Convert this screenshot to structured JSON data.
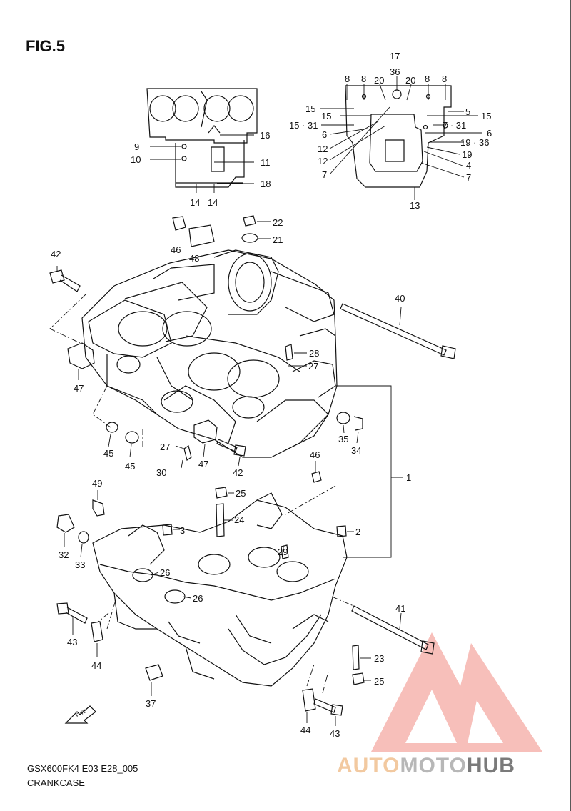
{
  "figure": {
    "title": "FIG.5",
    "model_code": "GSX600FK4 E03 E28_005",
    "caption": "CRANKCASE"
  },
  "watermark": {
    "part_a": "AUTO",
    "part_b": "MOTO",
    "part_c": "HUB",
    "color_triangle": "#f28b82",
    "color_auto": "#f2c9a0",
    "color_moto": "#b7b7b7",
    "color_hub": "#7a7a7a"
  },
  "fwd_marker": "FWD",
  "callouts": {
    "c_17": "17",
    "c_36_top": "36",
    "c_8_a": "8",
    "c_8_b": "8",
    "c_20_a": "20",
    "c_20_b": "20",
    "c_8_c": "8",
    "c_8_d": "8",
    "c_15_a": "15",
    "c_15_b": "15",
    "c_15_31": "15 · 31",
    "c_6_a": "6",
    "c_12_a": "12",
    "c_12_b": "12",
    "c_7_a": "7",
    "c_5": "5",
    "c_15_c": "15",
    "c_7_31": "7 · 31",
    "c_6_b": "6",
    "c_19_36": "19 · 36",
    "c_19": "19",
    "c_4": "4",
    "c_7_b": "7",
    "c_13": "13",
    "c_9": "9",
    "c_10": "10",
    "c_16": "16",
    "c_11": "11",
    "c_18": "18",
    "c_14_a": "14",
    "c_14_b": "14",
    "c_22": "22",
    "c_21": "21",
    "c_46_a": "46",
    "c_48": "48",
    "c_42_a": "42",
    "c_40": "40",
    "c_28": "28",
    "c_27_a": "27",
    "c_47_a": "47",
    "c_45_a": "45",
    "c_45_b": "45",
    "c_27_b": "27",
    "c_47_b": "47",
    "c_30": "30",
    "c_42_b": "42",
    "c_35": "35",
    "c_34": "34",
    "c_46_b": "46",
    "c_1": "1",
    "c_49": "49",
    "c_25_a": "25",
    "c_24": "24",
    "c_3": "3",
    "c_2": "2",
    "c_32": "32",
    "c_33": "33",
    "c_26_a": "26",
    "c_26_b": "26",
    "c_29": "29",
    "c_41": "41",
    "c_43_a": "43",
    "c_44_a": "44",
    "c_23": "23",
    "c_25_b": "25",
    "c_37": "37",
    "c_44_b": "44",
    "c_43_b": "43"
  }
}
